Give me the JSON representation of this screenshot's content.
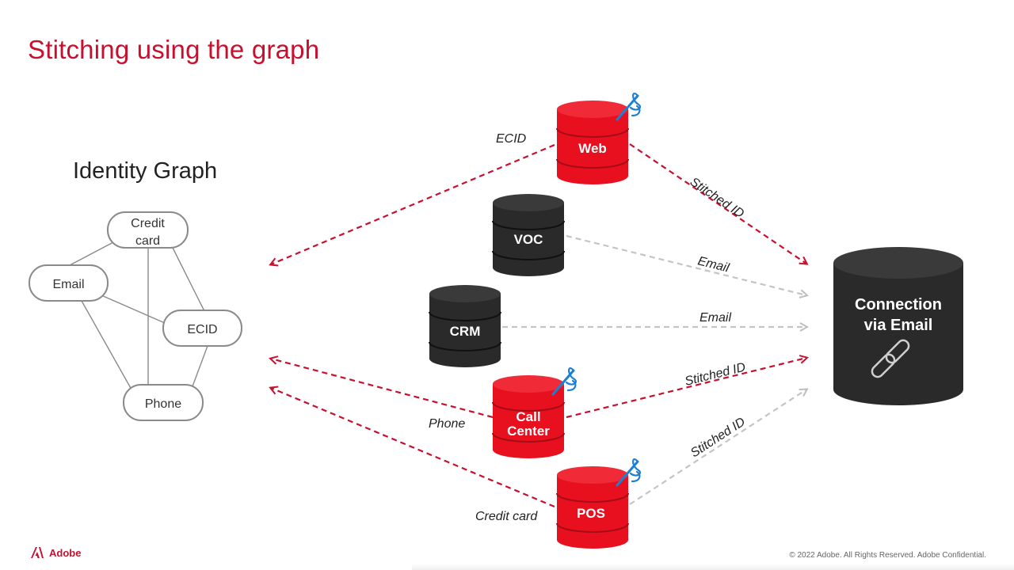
{
  "slide": {
    "title": "Stitching using the graph"
  },
  "identity_graph": {
    "title": "Identity Graph",
    "nodes": {
      "credit_card_line1": "Credit",
      "credit_card_line2": "card",
      "email": "Email",
      "ecid": "ECID",
      "phone": "Phone"
    }
  },
  "sources": {
    "web": "Web",
    "voc": "VOC",
    "crm": "CRM",
    "call_center_line1": "Call",
    "call_center_line2": "Center",
    "pos": "POS"
  },
  "edge_labels": {
    "web_to_graph": "ECID",
    "call_center_to_graph": "Phone",
    "pos_to_graph": "Credit card",
    "web_to_connection": "Stitched ID",
    "voc_to_connection": "Email",
    "crm_to_connection": "Email",
    "call_center_to_connection": "Stitched ID",
    "pos_to_connection": "Stitched ID"
  },
  "connection": {
    "line1": "Connection",
    "line2": "via Email",
    "icon": "chain-link-icon"
  },
  "footer": {
    "brand": "Adobe",
    "copyright": "© 2022 Adobe. All Rights Reserved. Adobe Confidential."
  },
  "colors": {
    "brand_red": "#c8102e",
    "db_red": "#e8101e",
    "db_dark": "#2a2a2a",
    "dashed_gray": "#c4c4c4"
  }
}
